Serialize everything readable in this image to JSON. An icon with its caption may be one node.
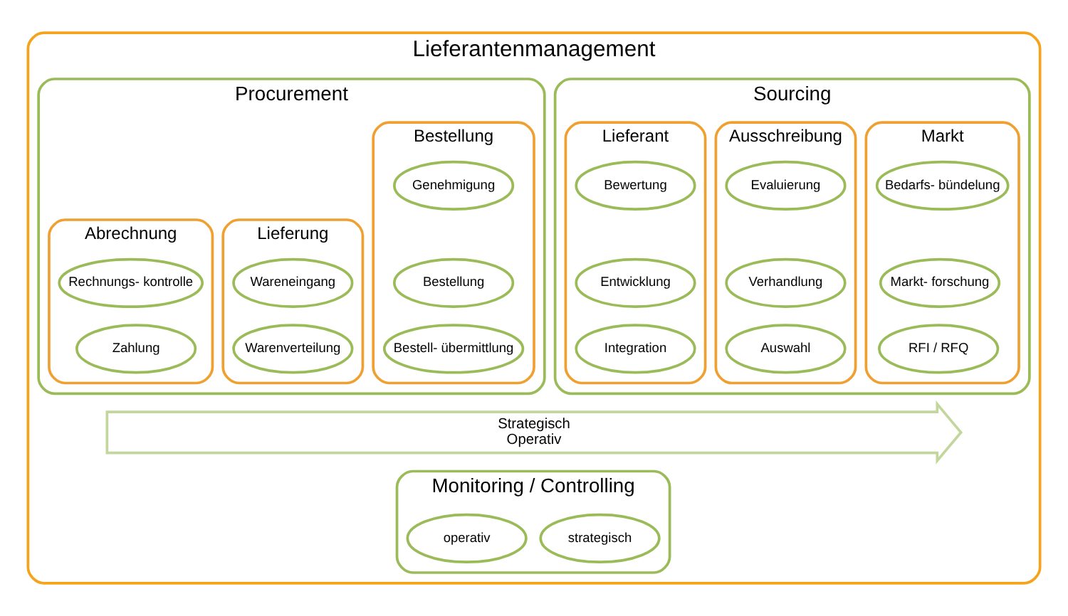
{
  "diagram": {
    "nodes": [
      {
        "text": [
          "Lieferantenmanagement"
        ]
      },
      {
        "text": [
          "Sourcing"
        ],
        "in": 0
      },
      {
        "text": [
          "Markt"
        ],
        "in": 1
      },
      {
        "text": [
          "Bedarfs- bündelung"
        ],
        "in": 2
      },
      {
        "text": [
          "Markt- forschung"
        ],
        "in": 2
      },
      {
        "text": [
          "RFI / RFQ"
        ],
        "in": 2
      },
      {
        "text": [
          "Ausschreibung"
        ],
        "in": 1
      },
      {
        "text": [
          "Evaluierung"
        ],
        "in": 6
      },
      {
        "text": [
          "Verhandlung"
        ],
        "in": 6
      },
      {
        "text": [
          "Auswahl"
        ],
        "in": 6
      },
      {
        "text": [
          "Lieferant"
        ],
        "in": 1
      },
      {
        "text": [
          "Bewertung"
        ],
        "in": 10
      },
      {
        "text": [
          "Entwicklung"
        ],
        "in": 10
      },
      {
        "text": [
          "Integration"
        ],
        "in": 10
      },
      {
        "text": [
          "Procurement"
        ],
        "in": 0
      },
      {
        "text": [
          "Bestellung"
        ],
        "in": 14
      },
      {
        "text": [
          "Genehmigung"
        ],
        "in": 15
      },
      {
        "text": [
          "Bestellung"
        ],
        "in": 15
      },
      {
        "text": [
          "Bestell- übermittlung"
        ],
        "in": 15
      },
      {
        "text": [
          "Lieferung"
        ],
        "in": 14
      },
      {
        "text": [
          "Wareneingang"
        ],
        "in": 19
      },
      {
        "text": [
          "Warenverteilung"
        ],
        "in": 19
      },
      {
        "text": [
          "Abrechnung"
        ],
        "in": 14
      },
      {
        "text": [
          "Rechnungs- kontrolle"
        ],
        "in": 22
      },
      {
        "text": [
          "Zahlung"
        ],
        "in": 22
      },
      {
        "text": [
          "Strategisch",
          "Operativ"
        ],
        "in": 0
      },
      {
        "text": [
          "Monitoring / Controlling"
        ],
        "in": 0
      },
      {
        "text": [
          "strategisch"
        ],
        "in": 26
      },
      {
        "text": [
          "operativ"
        ],
        "in": 26
      }
    ]
  }
}
